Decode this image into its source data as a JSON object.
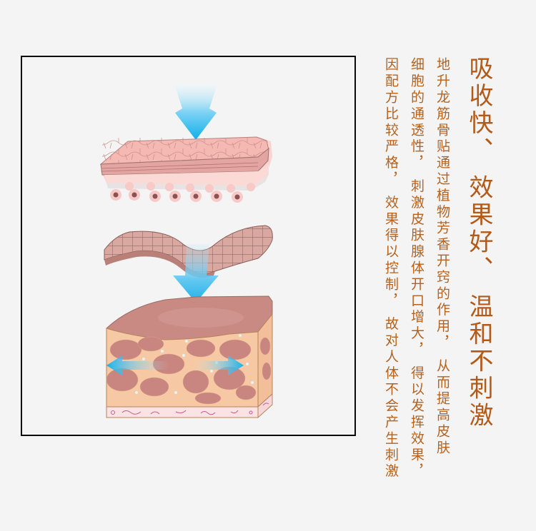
{
  "illustration": {
    "label": "skin-absorption-diagram",
    "colors": {
      "frame_border": "#0a0a0a",
      "arrow_blue": "#1ab3ea",
      "skin_pink": "#f3b9b2",
      "tissue_brown": "#c98a84",
      "fat_orange": "#f6c9a4"
    }
  },
  "headline": {
    "text": "吸收快、 效果好、 温和不刺激",
    "color": "#b35a18"
  },
  "body": {
    "columns": [
      "地升龙筋骨贴通过植物芳香开窍的作用， 从而提高皮肤",
      "细胞的通透性， 刺激皮肤腺体开口增大， 得以发挥效果，",
      "因配方比较严格， 效果得以控制， 故对人体不会产生刺激"
    ],
    "color": "#b5621f"
  }
}
